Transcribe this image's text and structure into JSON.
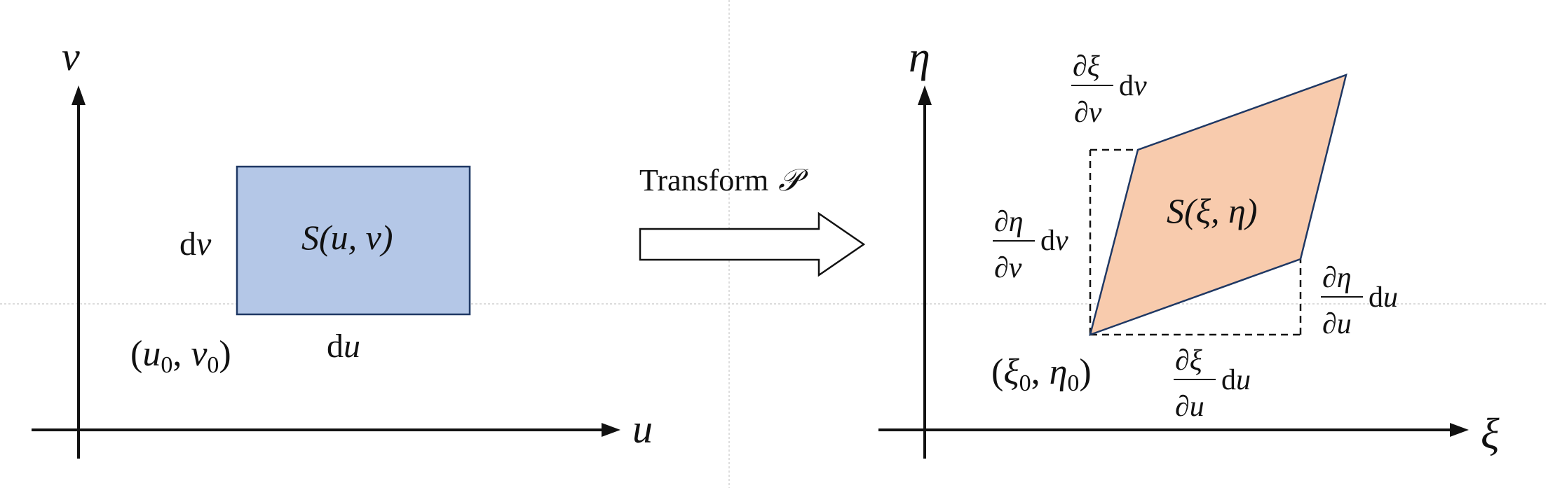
{
  "colors": {
    "source_rect_fill": "#b4c7e7",
    "source_rect_stroke": "#1f3864",
    "target_quad_fill": "#f8cbad",
    "target_quad_stroke": "#1f3864",
    "axis": "#111111",
    "guide_lines": "#c8c8c8"
  },
  "left_panel": {
    "axis_x_label": "u",
    "axis_y_label": "v",
    "region_label": {
      "letter": "S",
      "args": "(u, v)"
    },
    "side_label_dv": {
      "d": "d",
      "var": "v"
    },
    "side_label_du": {
      "d": "d",
      "var": "u"
    },
    "corner_point": {
      "open": "(",
      "a": "u",
      "a_sub": "0",
      "sep": ", ",
      "b": "v",
      "b_sub": "0",
      "close": ")"
    }
  },
  "arrow": {
    "label_text": "Transform",
    "label_symbol": "𝒫"
  },
  "right_panel": {
    "axis_x_label": "ξ",
    "axis_y_label": "η",
    "region_label": {
      "letter": "S",
      "args": "(ξ, η)"
    },
    "corner_point": {
      "open": "(",
      "a": "ξ",
      "a_sub": "0",
      "sep": ", ",
      "b": "η",
      "b_sub": "0",
      "close": ")"
    },
    "partials": {
      "dxi_dv": {
        "num": "∂ξ",
        "den": "∂v",
        "d": "d",
        "var": "v"
      },
      "deta_dv": {
        "num": "∂η",
        "den": "∂v",
        "d": "d",
        "var": "v"
      },
      "deta_du": {
        "num": "∂η",
        "den": "∂u",
        "d": "d",
        "var": "u"
      },
      "dxi_du": {
        "num": "∂ξ",
        "den": "∂u",
        "d": "d",
        "var": "u"
      }
    }
  }
}
